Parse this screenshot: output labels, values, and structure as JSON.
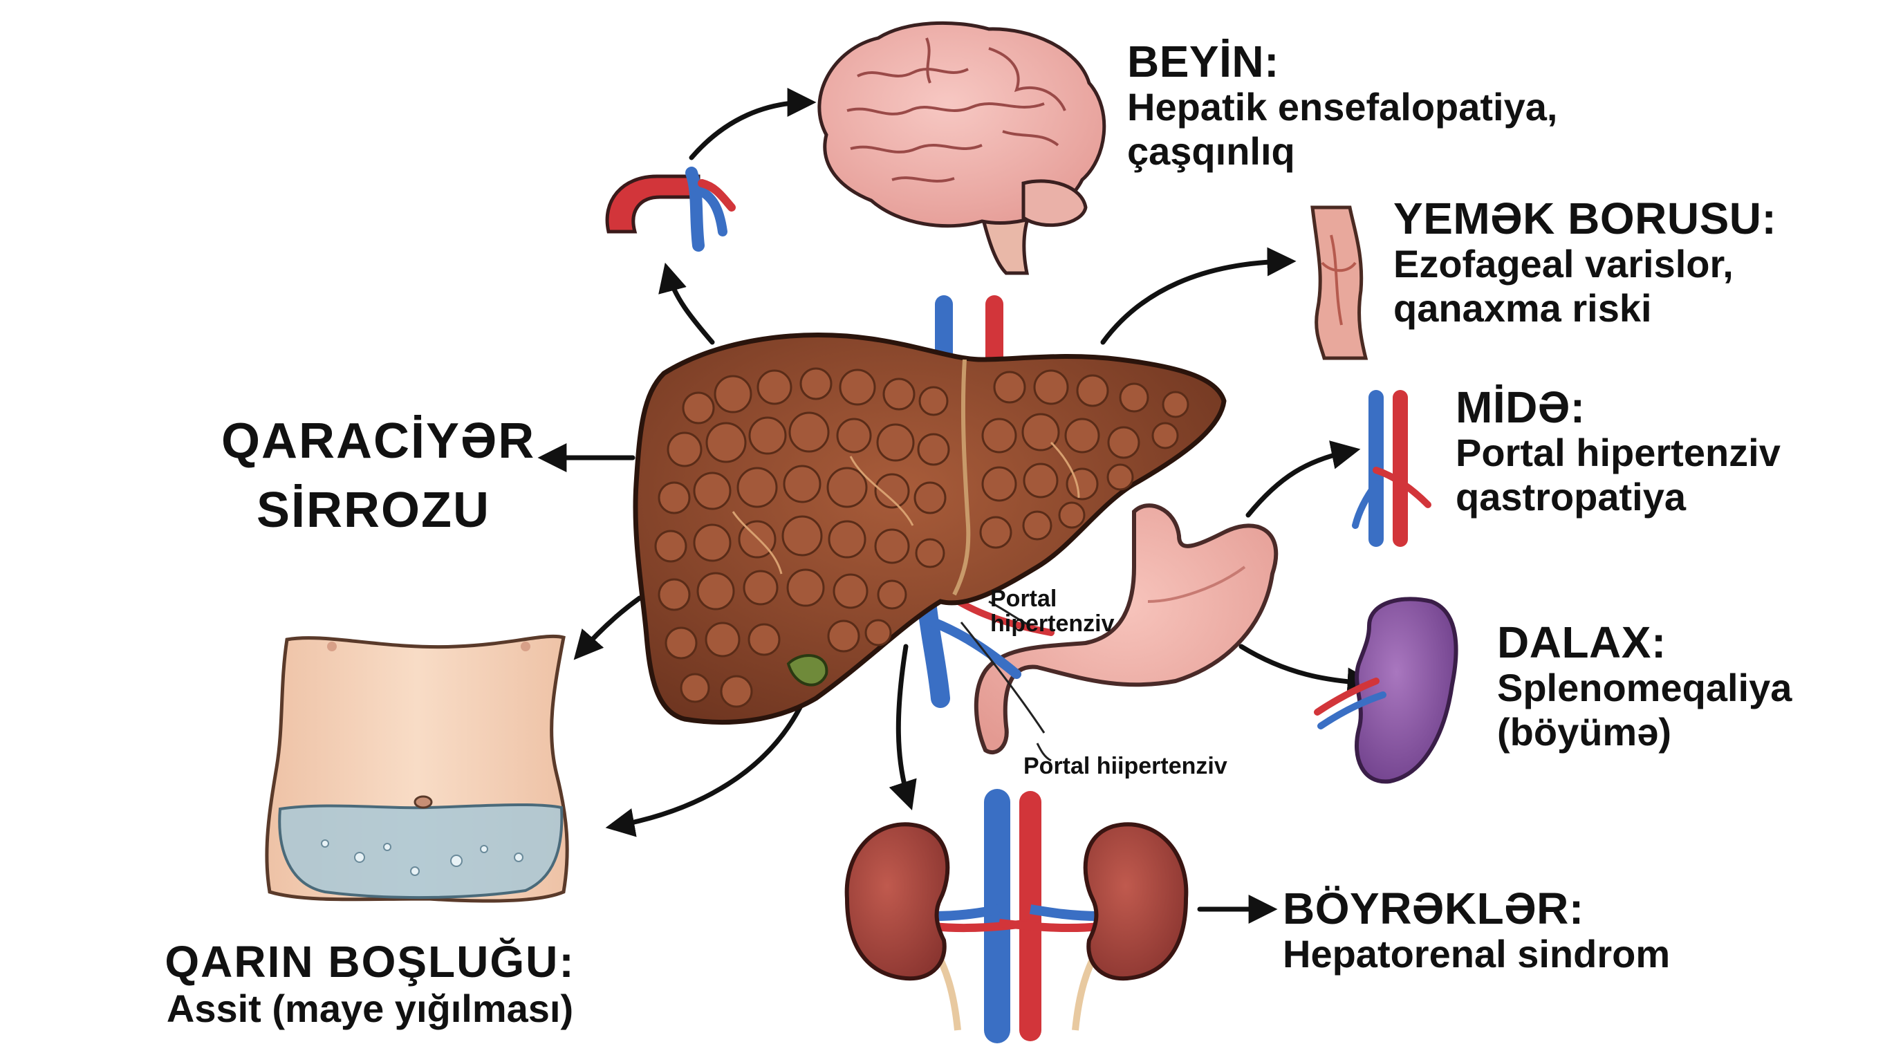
{
  "center": {
    "line1": "QARACİYƏR",
    "line2": "SİRROZU"
  },
  "labels": {
    "brain": {
      "title": "BEYİN:",
      "line1": "Hepatik ensefalopatiya,",
      "line2": "çaşqınlıq"
    },
    "esophagus": {
      "title": "YEMƏK BORUSU:",
      "line1": "Ezofageal varislor,",
      "line2": "qanaxma riski"
    },
    "stomach": {
      "title": "MİDƏ:",
      "line1": "Portal hipertenziv",
      "line2": "qastropatiya"
    },
    "spleen": {
      "title": "DALAX:",
      "line1": "Splenomeqaliya",
      "line2": "(böyümə)"
    },
    "kidneys": {
      "title": "BÖYRƏKLƏR:",
      "line1": "Hepatorenal sindrom"
    },
    "abdomen": {
      "title": "QARIN BOŞLUĞU:",
      "line1": "Assit (maye yığılması)"
    }
  },
  "annotations": {
    "portal_upper_1": "Portal",
    "portal_upper_2": "hipertenziv",
    "portal_lower": "Portal hiipertenziv"
  },
  "colors": {
    "liver": "#8a4a2c",
    "liver_nodule": "#a3593a",
    "artery": "#d2353a",
    "vein": "#3a6fc4",
    "brain": "#f0b4b0",
    "stomach": "#f2b0aa",
    "spleen": "#8e58a8",
    "kidney": "#a9473d",
    "fluid": "#a9c8d6",
    "skin": "#f6d6bf"
  },
  "icons": [
    "brain-icon",
    "liver-icon",
    "stomach-icon",
    "spleen-icon",
    "kidneys-icon",
    "esophagus-icon",
    "abdomen-icon",
    "blood-vessel-icon"
  ]
}
